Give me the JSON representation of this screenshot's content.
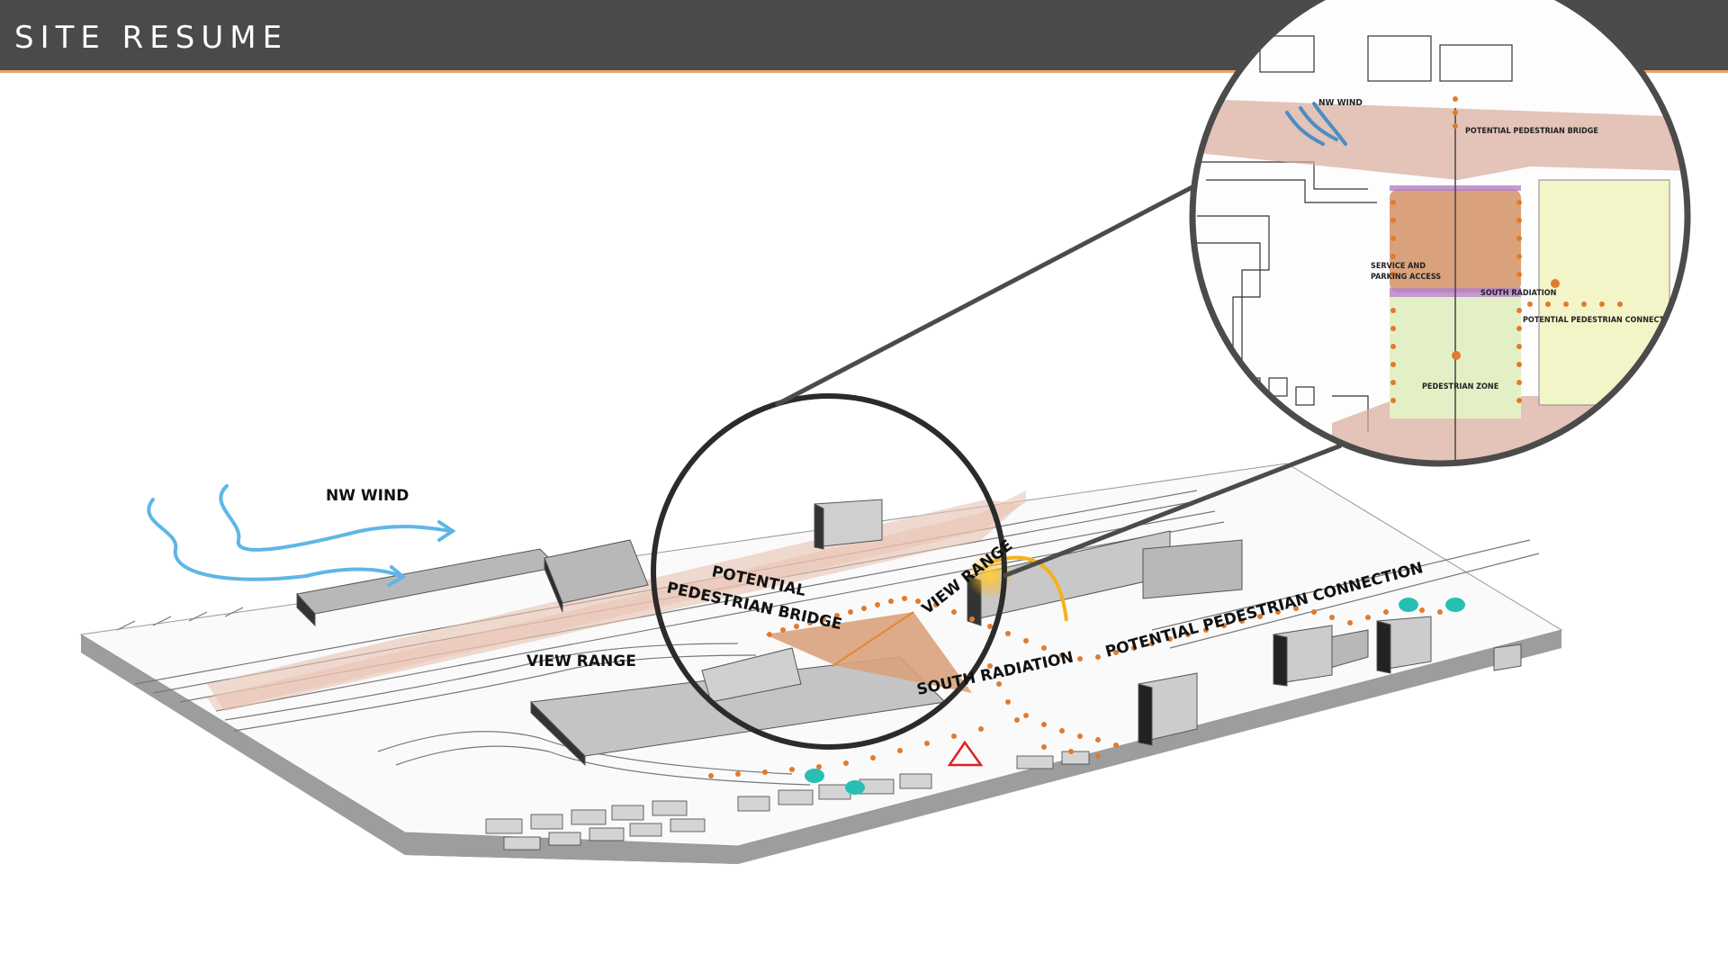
{
  "header": {
    "title": "SITE RESUME",
    "accent_color": "#e8a66a",
    "background_color": "#4a4a4a"
  },
  "diagram": {
    "labels": {
      "nw_wind": "NW WIND",
      "potential_pedestrian_bridge_line1": "POTENTIAL",
      "potential_pedestrian_bridge_line2": "PEDESTRIAN BRIDGE",
      "view_range_left": "VIEW RANGE",
      "view_range_right": "VIEW RANGE",
      "south_radiation": "SOUTH RADIATION",
      "potential_pedestrian_connection": "POTENTIAL PEDESTRIAN CONNECTION"
    },
    "zoom_labels": {
      "nw_wind": "NW WIND",
      "potential_pedestrian_bridge": "POTENTIAL PEDESTRIAN BRIDGE",
      "service_parking_line1": "SERVICE AND",
      "service_parking_line2": "PARKING ACCESS",
      "south_radiation": "SOUTH RADIATION",
      "potential_pedestrian_connection": "POTENTIAL PEDESTRIAN CONNECTION",
      "pedestrian_zone": "PEDESTRIAN ZONE"
    },
    "colors": {
      "wind": "#5fb6e6",
      "site": "#d9a27c",
      "view_range": "#e8c2b0",
      "dots": "#e07b2e",
      "transit_stop": "#27bfb4",
      "sun": "#f5b21c",
      "green_zone": "#e3f0c5",
      "yellow_zone": "#f3f4c8",
      "radiation_band": "#b47fc8"
    }
  }
}
